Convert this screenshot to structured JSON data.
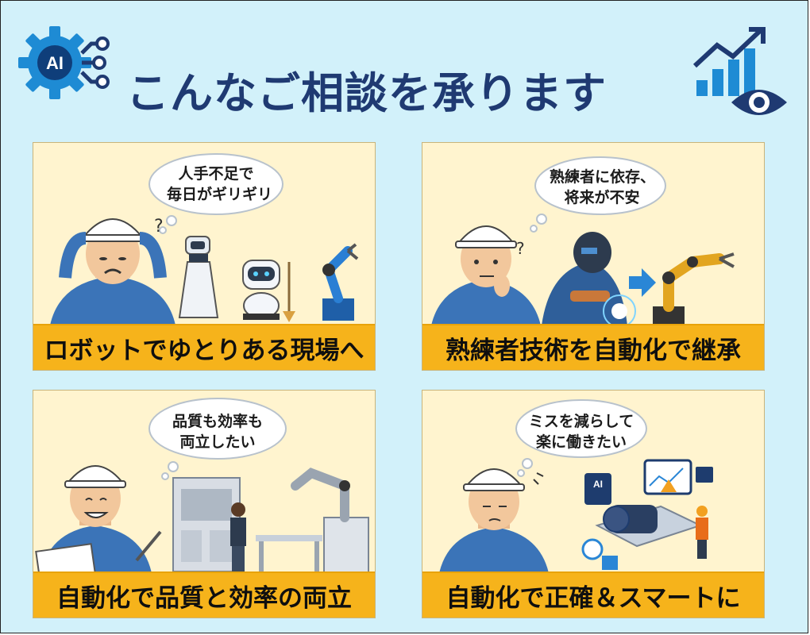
{
  "header": {
    "title": "こんなご相談を承ります",
    "ai_badge": "AI"
  },
  "cards": [
    {
      "bubble_line1": "人手不足で",
      "bubble_line2": "毎日がギリギリ",
      "banner": "ロボットでゆとりある現場へ"
    },
    {
      "bubble_line1": "熟練者に依存、",
      "bubble_line2": "将来が不安",
      "banner": "熟練者技術を自動化で継承"
    },
    {
      "bubble_line1": "品質も効率も",
      "bubble_line2": "両立したい",
      "banner": "自動化で品質と効率の両立"
    },
    {
      "bubble_line1": "ミスを減らして",
      "bubble_line2": "楽に働きたい",
      "banner": "自動化で正確＆スマートに",
      "screen_badge": "AI"
    }
  ],
  "colors": {
    "background": "#d2f1fa",
    "title": "#1f3a72",
    "banner": "#f6b31b",
    "card": "#fff4cf",
    "accent_blue": "#1f8fd6"
  },
  "icons": [
    "ai-gear-icon",
    "chart-eye-icon",
    "thought-bubble-icon"
  ]
}
